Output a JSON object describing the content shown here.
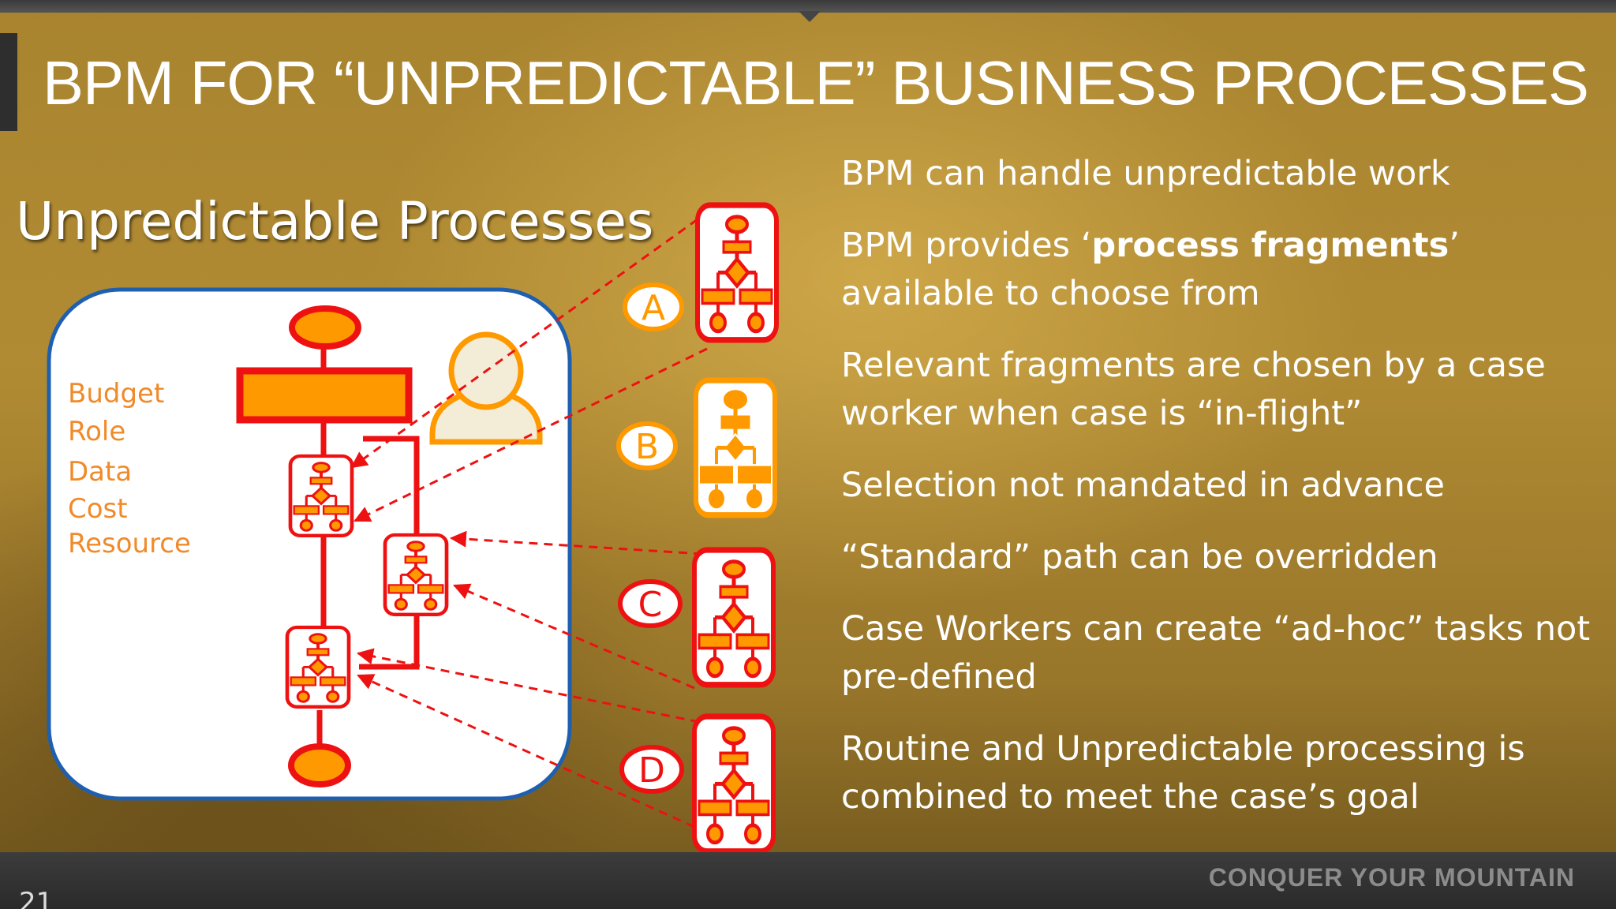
{
  "slide": {
    "title": "BPM FOR “UNPREDICTABLE” BUSINESS PROCESSES",
    "subtitle": "Unpredictable Processes",
    "attributes": [
      "Budget",
      "Role",
      "Data",
      "Cost",
      "Resource"
    ],
    "fragments": [
      "A",
      "B",
      "C",
      "D"
    ],
    "bullets": [
      {
        "pre": "BPM can handle unpredictable work",
        "em": "",
        "post": ""
      },
      {
        "pre": "BPM provides ‘",
        "em": "process fragments",
        "post": "’ available to choose from"
      },
      {
        "pre": "Relevant fragments are chosen by a case worker when case is “in-flight”",
        "em": "",
        "post": ""
      },
      {
        "pre": "Selection not mandated in advance",
        "em": "",
        "post": ""
      },
      {
        "pre": "“Standard” path can be overridden",
        "em": "",
        "post": ""
      },
      {
        "pre": "Case Workers can create “ad-hoc” tasks not pre-defined",
        "em": "",
        "post": ""
      },
      {
        "pre": "Routine and Unpredictable processing is combined to meet the case’s goal",
        "em": "",
        "post": ""
      }
    ],
    "footer_tagline": "CONQUER YOUR MOUNTAIN",
    "page_number": "21"
  },
  "colors": {
    "red": "#ee1111",
    "orange": "#ff9900",
    "blue": "#1f5fb0",
    "white": "#ffffff"
  },
  "icons": [
    "person-icon",
    "flowchart-icon"
  ]
}
